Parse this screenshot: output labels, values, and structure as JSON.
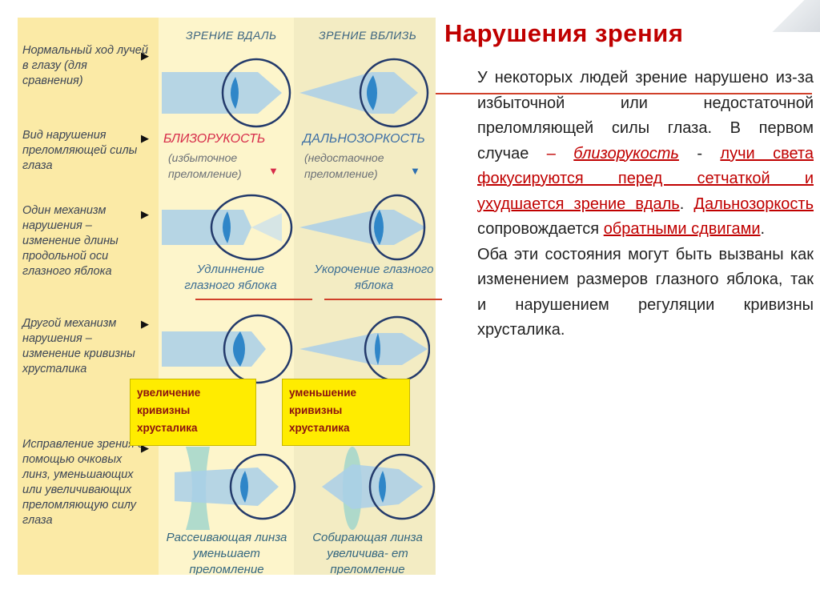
{
  "title": "Нарушения зрения",
  "diagram": {
    "col_far": "ЗРЕНИЕ ВДАЛЬ",
    "col_near": "ЗРЕНИЕ ВБЛИЗЬ",
    "rows": [
      {
        "label": "Нормальный ход лучей в глазу (для сравнения)"
      },
      {
        "label": "Вид нарушения преломляющей силы глаза"
      },
      {
        "label": "Один механизм нарушения – изменение длины продольной оси глазного яблока"
      },
      {
        "label": "Другой механизм нарушения – изменение кривизны хрусталика"
      },
      {
        "label": "Исправление зрения с помощью очковых линз, уменьшающих или увеличивающих преломляющую силу глаза"
      }
    ],
    "myopia": {
      "name": "БЛИЗОРУКОСТЬ",
      "note": "(избыточное преломление)"
    },
    "hyperopia": {
      "name": "ДАЛЬНОЗОРКОСТЬ",
      "note": "(недостаочное преломление)"
    },
    "elongation": "Удлиннение глазного яблока",
    "shortening": "Укорочение глазного яблока",
    "callout_left": "увеличение\nкривизны\nхрусталика",
    "callout_right": "уменьшение\nкривизны\nхрусталика",
    "lens_left": "Рассеивающая линза уменьшает преломление",
    "lens_right": "Собирающая линза увеличива- ет преломление",
    "colors": {
      "myopia": "#d72c4a",
      "hyperopia": "#3d6fa5",
      "callout_bg": "#ffec00",
      "title": "#c00000"
    }
  },
  "text": {
    "p1_a": "У некоторых людей зрение нарушено из-за избыточной или недостаточной преломляющей силы глаза. В первом случае ",
    "p1_dash": "–",
    "p1_myopia": "близорукость",
    "p1_b": " - ",
    "p1_rays": "лучи света фокусируются перед сетчаткой и ухудшается зрение вдаль",
    "p1_c": ". ",
    "p1_hyperopia": "Дальнозоркость ",
    "p1_d": "сопровождается ",
    "p1_reverse": "обратными сдвигами",
    "p1_e": ".",
    "p2": "Оба эти состояния могут быть вызваны как изменением размеров глазного яблока, так и нарушением регуляции кривизны хрусталика."
  }
}
